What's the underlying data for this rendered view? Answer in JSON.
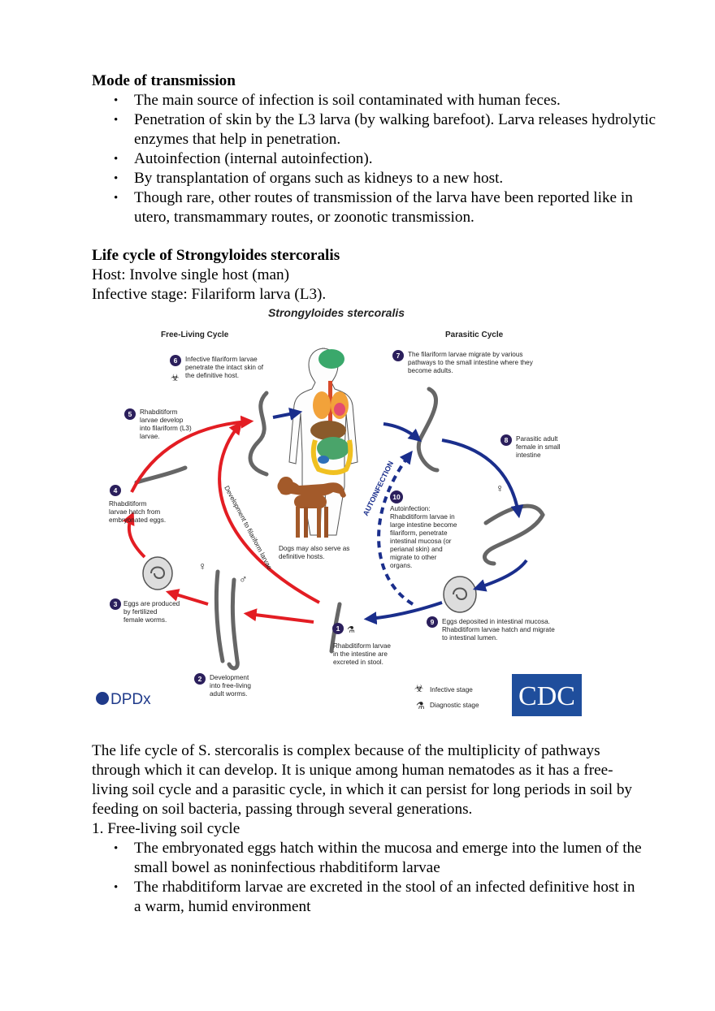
{
  "section1": {
    "heading": "Mode of transmission",
    "bullets": [
      "The main source of infection is soil contaminated with human feces.",
      " Penetration of skin by the L3 larva (by walking barefoot). Larva releases hydrolytic enzymes that help in penetration.",
      " Autoinfection (internal autoinfection).",
      "By transplantation of organs such as kidneys to a new host.",
      "Though rare, other routes of transmission of the larva have been reported like in utero, transmammary routes, or zoonotic transmission."
    ]
  },
  "section2": {
    "heading": "Life cycle of Strongyloides stercoralis",
    "host_line": "Host: Involve single host (man)",
    "infective_line": "Infective stage: Filariform larva (L3)."
  },
  "figure": {
    "title": "Strongyloides stercoralis",
    "free_living_label": "Free-Living Cycle",
    "parasitic_label": "Parasitic Cycle",
    "steps": {
      "s1": {
        "num": "1",
        "lines": [
          "Rhabditiform larvae",
          "in the intestine are",
          "excreted in stool."
        ]
      },
      "s2": {
        "num": "2",
        "lines": [
          "Development",
          "into free-living",
          "adult worms."
        ]
      },
      "s3": {
        "num": "3",
        "lines": [
          "Eggs are produced",
          "by fertilized",
          "female worms."
        ]
      },
      "s4": {
        "num": "4",
        "lines": [
          "Rhabditiform",
          "larvae hatch from",
          "embryonated eggs."
        ]
      },
      "s5": {
        "num": "5",
        "lines": [
          "Rhabditiform",
          "larvae develop",
          "into filariform (L3)",
          "larvae."
        ]
      },
      "s6": {
        "num": "6",
        "lines": [
          "Infective filariform larvae",
          "penetrate the intact skin of",
          "the definitive host."
        ]
      },
      "s7": {
        "num": "7",
        "lines": [
          "The filariform larvae migrate by various",
          "pathways to the small intestine where they",
          "become adults."
        ]
      },
      "s8": {
        "num": "8",
        "lines": [
          "Parasitic adult",
          "female in small",
          "intestine"
        ]
      },
      "s9": {
        "num": "9",
        "lines": [
          "Eggs deposited in intestinal mucosa.",
          "Rhabditiform larvae hatch and migrate",
          "to intestinal lumen."
        ]
      },
      "s10": {
        "num": "10",
        "lines": [
          "Autoinfection:",
          "Rhabditiform larvae in",
          "large intestine become",
          "filariform, penetrate",
          "intestinal mucosa (or",
          "perianal skin) and",
          "migrate to other",
          "organs."
        ]
      }
    },
    "dog_note": [
      "Dogs may also serve as",
      "definitive hosts."
    ],
    "autoinfection_label": "AUTOINFECTION",
    "development_label": "Development to filariform larvae",
    "legend": {
      "infective": "Infective stage",
      "diagnostic": "Diagnostic stage"
    },
    "logo_left": "DPDx",
    "logo_right": "CDC",
    "female_symbol": "♀",
    "male_symbol": "♂",
    "colors": {
      "red": "#e31d23",
      "blue": "#1a2e8c",
      "badge": "#2b1f5c",
      "cdc": "#1f4e9c"
    }
  },
  "section3": {
    "paragraph": "The life cycle of S. stercoralis is complex because of the multiplicity of pathways through which it can develop. It is unique among human nematodes as it has a  free-living soil cycle and a parasitic cycle, in which it can persist for long periods in soil by feeding on soil bacteria, passing through several generations.",
    "subheading": "1. Free-living soil cycle",
    "bullets": [
      "The embryonated eggs hatch within the mucosa and emerge into the lumen of the small bowel as noninfectious rhabditiform larvae",
      " The rhabditiform larvae are excreted in the stool of an infected definitive host in a warm, humid environment"
    ]
  }
}
